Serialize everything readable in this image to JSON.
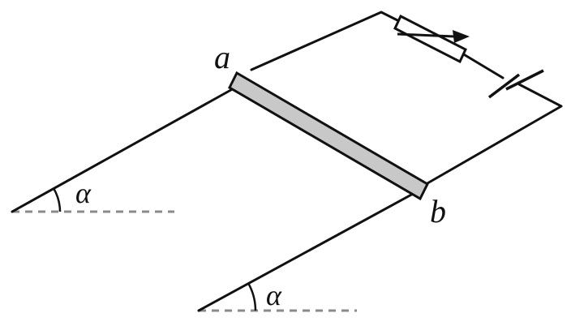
{
  "labels": {
    "point_a": "a",
    "point_b": "b",
    "angle_upper": "α",
    "angle_lower": "α"
  },
  "colors": {
    "rod_fill": "#c8c8c8",
    "wire": "#111111",
    "horizontal_reference": "#8a8a8a"
  }
}
